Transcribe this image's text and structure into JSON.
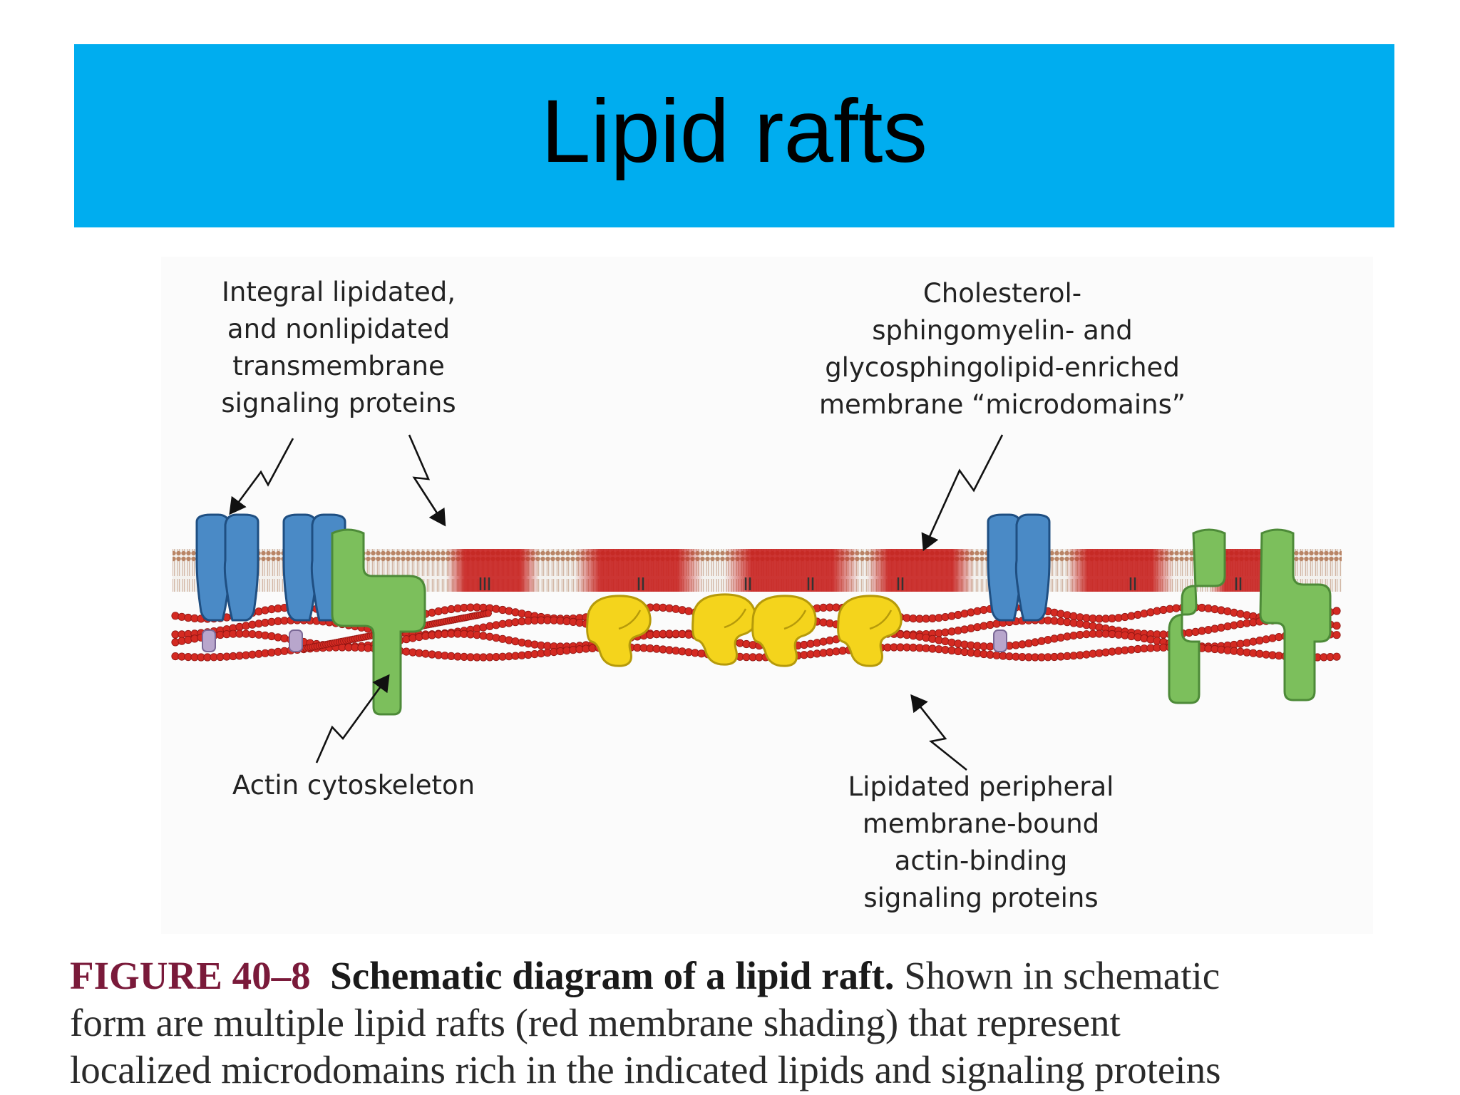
{
  "slide": {
    "title": "Lipid rafts"
  },
  "labels": {
    "integral_proteins": [
      "Integral lipidated,",
      "and nonlipidated",
      "transmembrane",
      "signaling proteins"
    ],
    "microdomains": [
      "Cholesterol-",
      "sphingomyelin- and",
      "glycosphingolipid-enriched",
      "membrane “microdomains”"
    ],
    "actin": [
      "Actin cytoskeleton"
    ],
    "peripheral_proteins": [
      "Lipidated peripheral",
      "membrane-bound",
      "actin-binding",
      "signaling proteins"
    ]
  },
  "caption": {
    "figure_number": "FIGURE 40–8",
    "figure_title": "Schematic diagram of a lipid raft.",
    "line1_rest": "Shown in schematic",
    "line2": "form are multiple lipid rafts (red membrane shading) that represent",
    "line3": "localized microdomains rich in the indicated lipids and signaling proteins"
  },
  "colors": {
    "title_bar": "#00adef",
    "raft_red": "#c8201e",
    "actin_red": "#d42a22",
    "channel_blue": "#4a8ac6",
    "integral_green": "#7cbf5c",
    "peripheral_yellow": "#f4d41c",
    "figure_number": "#7a1a3a"
  }
}
